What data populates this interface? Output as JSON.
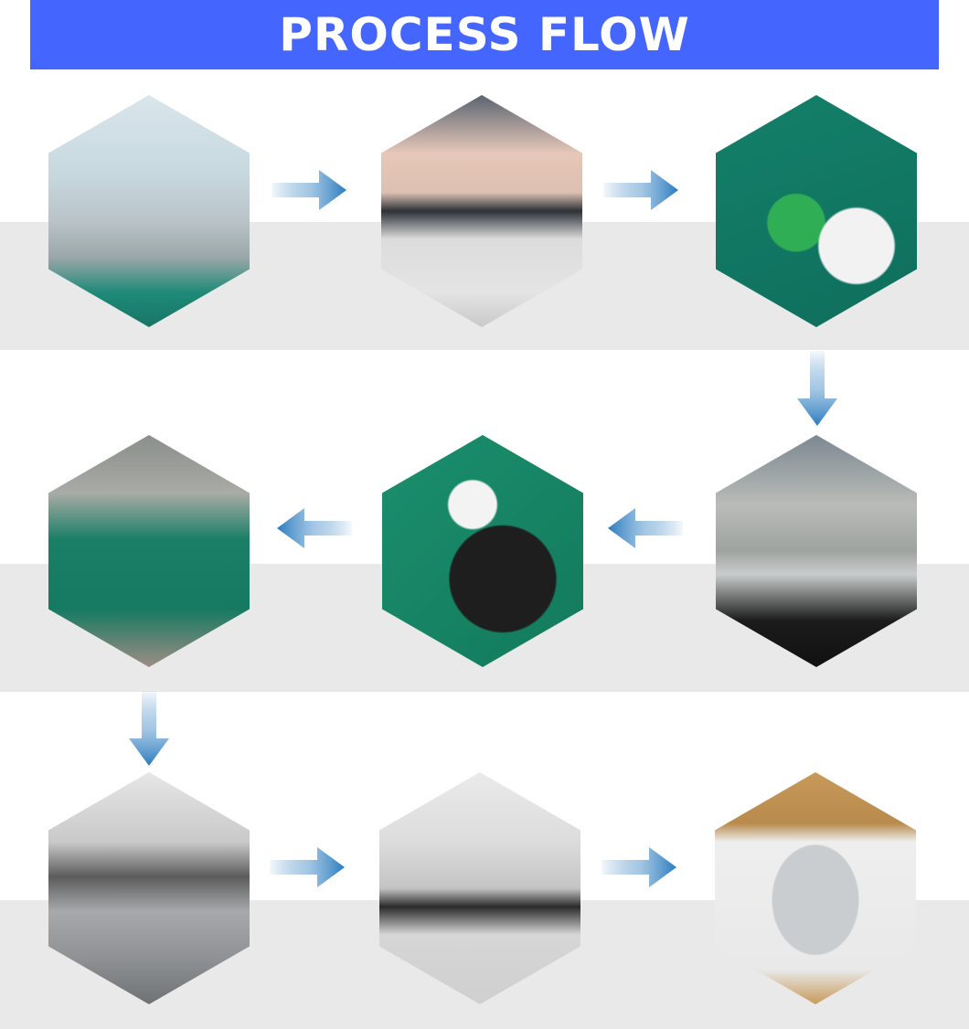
{
  "title": "PROCESS FLOW",
  "colors": {
    "banner": "#4466fe",
    "arrow": "#2a7bbf",
    "band": "#e9e9e9"
  },
  "steps": [
    {
      "image": "smt-production-line-photo"
    },
    {
      "image": "wave-soldering-machines-photo"
    },
    {
      "image": "manual-soldering-pcb-photo"
    },
    {
      "image": "testing-station-photo"
    },
    {
      "image": "assembling-charger-housing-photo"
    },
    {
      "image": "pcb-installation-photo"
    },
    {
      "image": "charger-load-testing-photo"
    },
    {
      "image": "aging-test-rack-photo"
    },
    {
      "image": "packaging-charger-box-photo"
    }
  ],
  "arrows": [
    "right",
    "right",
    "down",
    "left",
    "left",
    "down",
    "right",
    "right"
  ]
}
